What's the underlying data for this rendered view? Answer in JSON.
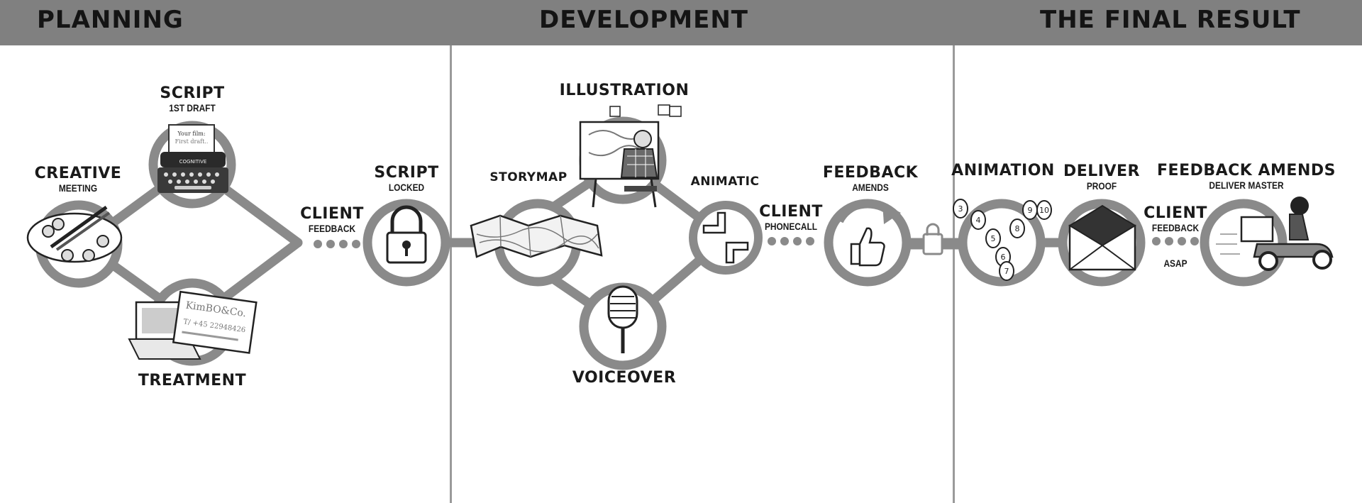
{
  "header": {
    "planning": "PLANNING",
    "development": "DEVELOPMENT",
    "final_result": "THE FINAL RESULT"
  },
  "steps": {
    "creative_meeting": {
      "title": "CREATIVE",
      "sub": "MEETING"
    },
    "script_draft": {
      "title": "SCRIPT",
      "sub": "1ST DRAFT",
      "paper_line1": "Your film:",
      "paper_line2": "First draft..",
      "typewriter_brand": "COGNITIVE"
    },
    "treatment": {
      "title": "TREATMENT",
      "card_name": "KimBO&Co.",
      "card_phone": "T/ +45 22948426"
    },
    "client_feedback_1": {
      "title": "CLIENT",
      "sub": "FEEDBACK"
    },
    "script_locked": {
      "title": "SCRIPT",
      "sub": "LOCKED"
    },
    "storymap": {
      "title": "STORYMAP"
    },
    "illustration": {
      "title": "ILLUSTRATION"
    },
    "voiceover": {
      "title": "VOICEOVER"
    },
    "animatic": {
      "title": "ANIMATIC"
    },
    "client_phonecall": {
      "title": "CLIENT",
      "sub": "PHONECALL"
    },
    "feedback_amends_1": {
      "title": "FEEDBACK",
      "sub": "AMENDS"
    },
    "animation": {
      "title": "ANIMATION",
      "frames": [
        "3",
        "4",
        "5",
        "6",
        "7",
        "8",
        "9",
        "10"
      ]
    },
    "deliver_proof": {
      "title": "DELIVER",
      "sub": "PROOF"
    },
    "client_feedback_asap": {
      "title": "CLIENT",
      "sub": "FEEDBACK",
      "note": "ASAP"
    },
    "feedback_amends_final": {
      "title": "FEEDBACK AMENDS",
      "sub": "DELIVER MASTER"
    }
  },
  "colors": {
    "header_bg": "#808080",
    "ring": "#8a8a8a",
    "text": "#1a1a1a",
    "divider": "#9a9a9a"
  }
}
